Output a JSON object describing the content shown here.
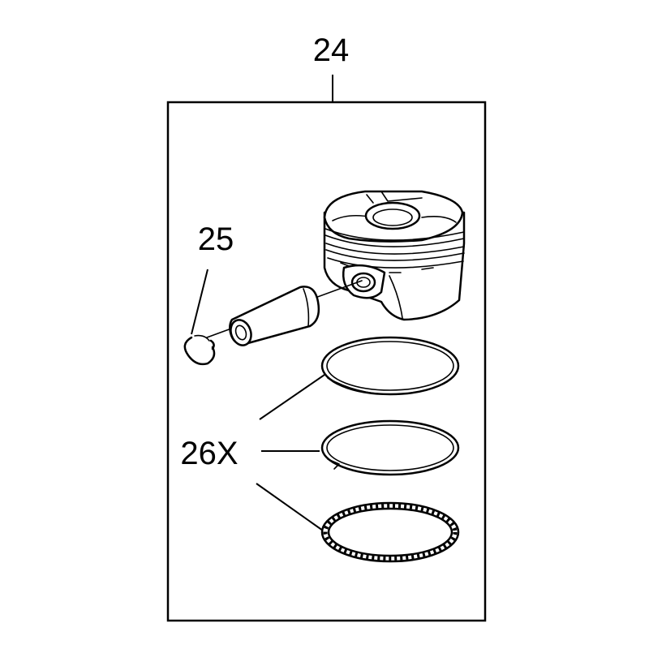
{
  "callouts": {
    "assembly": "24",
    "pin_retainer": "25",
    "rings": "26X"
  },
  "colors": {
    "line": "#000000",
    "background": "#ffffff"
  }
}
